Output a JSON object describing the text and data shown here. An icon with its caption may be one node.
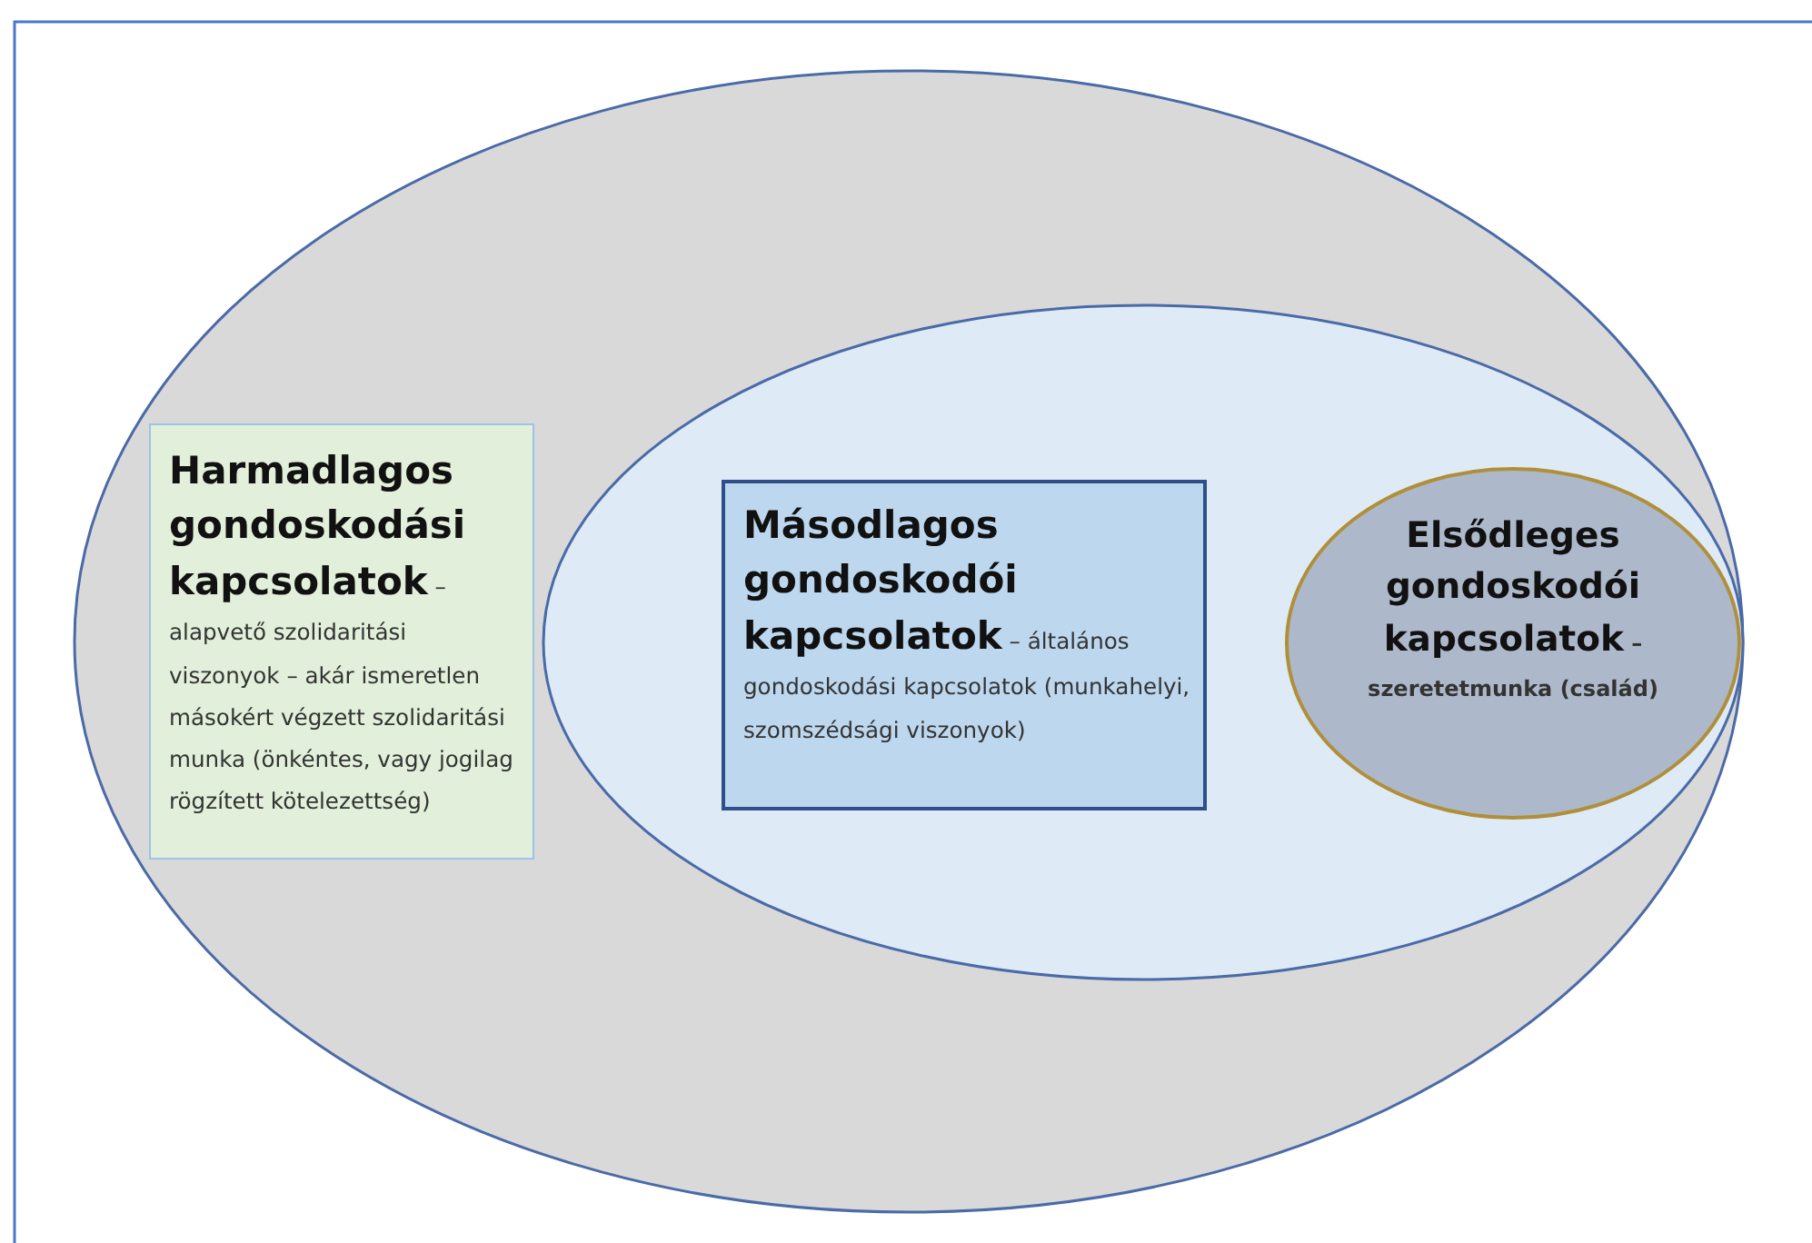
{
  "diagram": {
    "nodes": [
      {
        "text": [],
        "shape": "ellipse"
      },
      {
        "text": [
          "Harmadlagos gondoskodási kapcsolatok",
          "– alapvető szolidaritási viszonyok – akár ismeretlen másokért végzett szolidaritási munka (önkéntes, vagy jogilag rögzített kötelezettség)"
        ],
        "in": 0
      },
      {
        "text": [],
        "shape": "ellipse",
        "in": 0
      },
      {
        "text": [
          "Másodlagos gondoskodói kapcsolatok",
          "– általános gondoskodási kapcsolatok (munkahelyi, szomszédsági viszonyok)"
        ],
        "in": 2
      },
      {
        "text": [
          "Elsődleges gondoskodói kapcsolatok",
          "– szeretetmunka (család)"
        ],
        "in": 2
      }
    ]
  }
}
